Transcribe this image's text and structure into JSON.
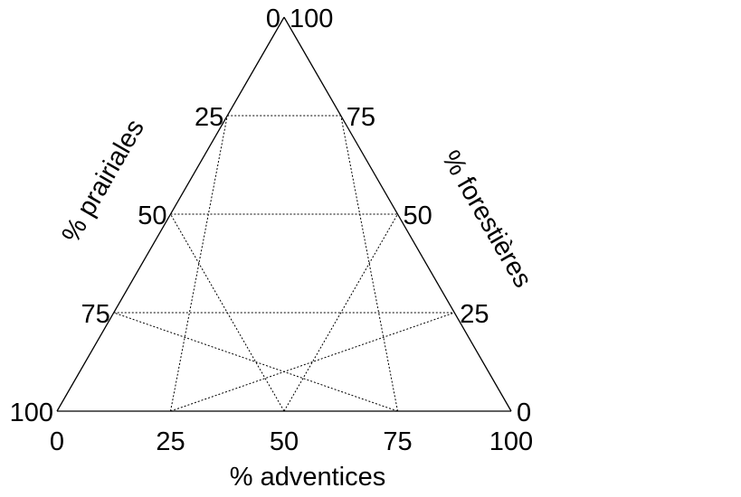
{
  "chart_data": {
    "type": "ternary",
    "axes": {
      "bottom": {
        "label": "% adventices",
        "ticks": [
          "0",
          "25",
          "50",
          "75",
          "100"
        ]
      },
      "left": {
        "label": "% prairiales",
        "ticks": [
          "0",
          "25",
          "50",
          "75",
          "100"
        ]
      },
      "right": {
        "label": "% forestières",
        "ticks": [
          "100",
          "75",
          "50",
          "25",
          "0"
        ]
      }
    },
    "grid_step": 25,
    "grid": true,
    "range": [
      0,
      100
    ]
  }
}
